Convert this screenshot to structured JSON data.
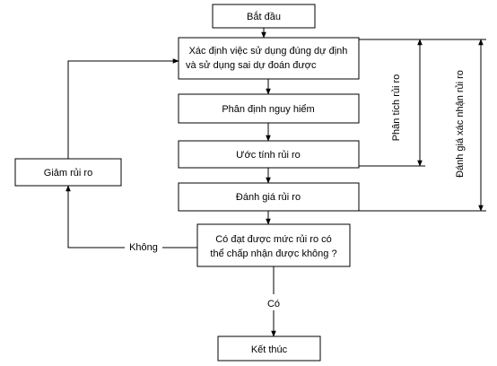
{
  "nodes": {
    "start": "Bắt đầu",
    "intended_use": {
      "line1": "Xác định việc sử dụng đúng dự định",
      "line2": "và sử dụng sai dự đoán được"
    },
    "hazard_identification": "Phân định nguy hiểm",
    "risk_estimation": "Ước tính rủi ro",
    "risk_evaluation": "Đánh giá rủi ro",
    "acceptable_question": {
      "line1": "Có đạt được mức rủi ro có",
      "line2": "thể chấp nhận được không ?"
    },
    "risk_reduction": "Giảm rủi ro",
    "end": "Kết thúc"
  },
  "edges": {
    "no_label": "Không",
    "yes_label": "Có"
  },
  "brackets": {
    "risk_analysis": "Phân tích rủi ro",
    "risk_assessment": "Đánh giá xác nhận rủi ro"
  }
}
